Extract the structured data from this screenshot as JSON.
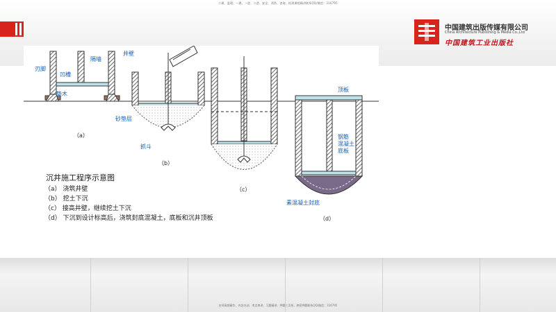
{
  "header": {
    "top_note": "二建、监理、一建、一造、二造、安全、消防、咨询、检测课程精讲联系QQ/微信：316795",
    "bottom_note": "名师高频精华、内含内训、考点串讲、习题精讲、押题三页纸、绝密押题联系QQ/微信：316795"
  },
  "publisher": {
    "name_cn": "中国建筑出版传媒有限公司",
    "name_en": "China Architecture Publishing & Media Co.,Ltd",
    "name_cn2": "中国建筑工业出版社",
    "logo_icon": "publisher-logo",
    "brand_color": "#d7251e"
  },
  "diagram": {
    "title": "沉井施工程序示意图",
    "steps": [
      "（a） 浇筑井壁",
      "（b） 挖土下沉",
      "（c） 接高井壁，继续挖土下沉",
      "（d） 下沉到设计标高后，浇筑封底混凝土，底板和沉井顶板"
    ],
    "captions": [
      "（a）",
      "（b）",
      "（c）",
      "（d）"
    ],
    "labels": {
      "blade_foot": "刃脚",
      "groove": "凹槽",
      "partition": "隔墙",
      "well_wall": "井壁",
      "pad_wood": "垫木",
      "sand_cushion": "砂垫层",
      "grab_bucket": "抓斗",
      "top_slab": "顶板",
      "rebar_concrete_slab": [
        "钢筋",
        "混凝土",
        "底板"
      ],
      "plain_concrete_seal": "素混凝土封底"
    },
    "colors": {
      "label": "#1560b8",
      "slab": "#bfe3ea",
      "wall_hatch": "#555555",
      "pad": "#a07060"
    }
  }
}
